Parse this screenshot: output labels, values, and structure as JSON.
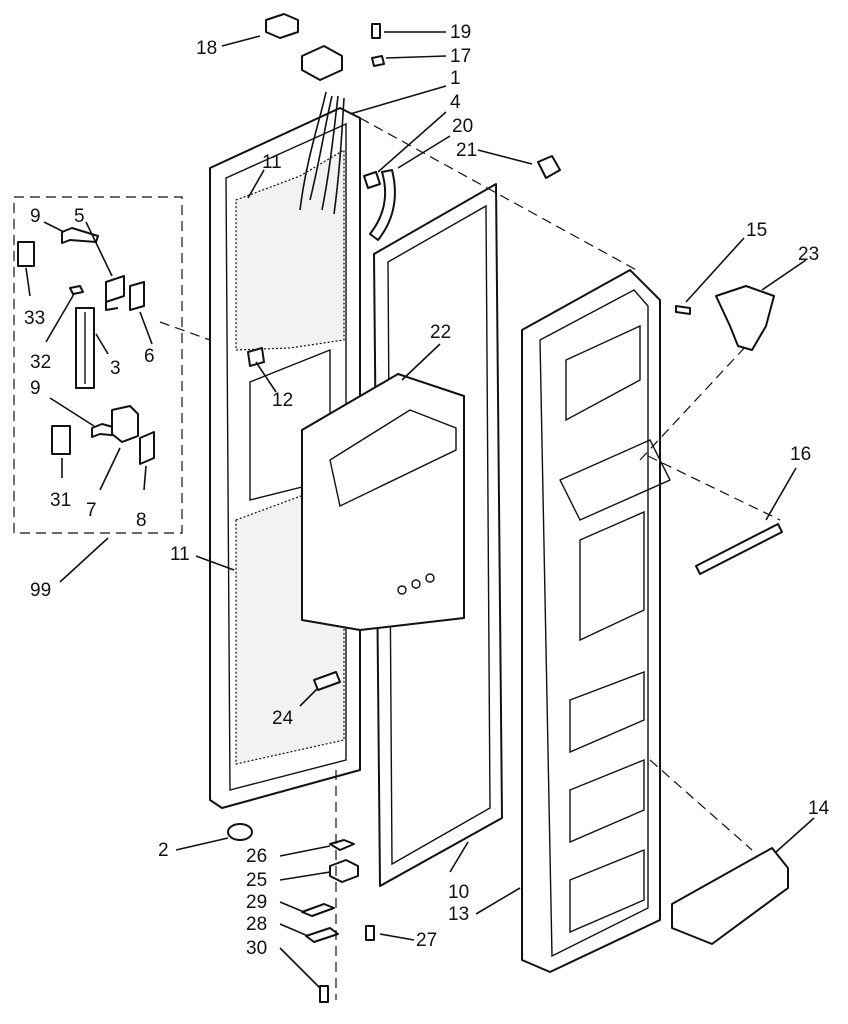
{
  "diagram": {
    "callouts": [
      {
        "id": "c18",
        "label": "18"
      },
      {
        "id": "c19",
        "label": "19"
      },
      {
        "id": "c17",
        "label": "17"
      },
      {
        "id": "c1",
        "label": "1"
      },
      {
        "id": "c4",
        "label": "4"
      },
      {
        "id": "c20",
        "label": "20"
      },
      {
        "id": "c21",
        "label": "21"
      },
      {
        "id": "c9a",
        "label": "9"
      },
      {
        "id": "c5",
        "label": "5"
      },
      {
        "id": "c33",
        "label": "33"
      },
      {
        "id": "c32",
        "label": "32"
      },
      {
        "id": "c3",
        "label": "3"
      },
      {
        "id": "c6",
        "label": "6"
      },
      {
        "id": "c9b",
        "label": "9"
      },
      {
        "id": "c31",
        "label": "31"
      },
      {
        "id": "c7",
        "label": "7"
      },
      {
        "id": "c8",
        "label": "8"
      },
      {
        "id": "c99",
        "label": "99"
      },
      {
        "id": "c11a",
        "label": "11"
      },
      {
        "id": "c11b",
        "label": "11"
      },
      {
        "id": "c12",
        "label": "12"
      },
      {
        "id": "c22",
        "label": "22"
      },
      {
        "id": "c15",
        "label": "15"
      },
      {
        "id": "c23",
        "label": "23"
      },
      {
        "id": "c16",
        "label": "16"
      },
      {
        "id": "c24",
        "label": "24"
      },
      {
        "id": "c2",
        "label": "2"
      },
      {
        "id": "c26",
        "label": "26"
      },
      {
        "id": "c25",
        "label": "25"
      },
      {
        "id": "c29",
        "label": "29"
      },
      {
        "id": "c28",
        "label": "28"
      },
      {
        "id": "c30",
        "label": "30"
      },
      {
        "id": "c27",
        "label": "27"
      },
      {
        "id": "c10",
        "label": "10"
      },
      {
        "id": "c13",
        "label": "13"
      },
      {
        "id": "c14",
        "label": "14"
      }
    ]
  }
}
